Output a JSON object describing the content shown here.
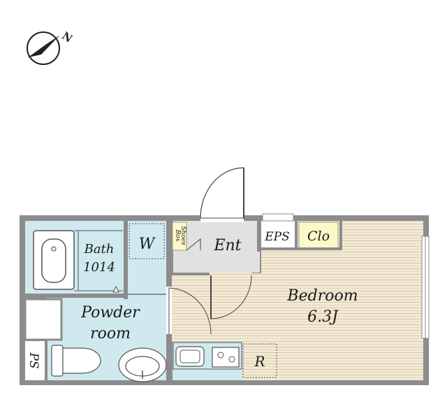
{
  "compass": {
    "north_label": "N"
  },
  "rooms": {
    "bath": {
      "line1": "Bath",
      "line2": "1014"
    },
    "washer": {
      "label": "W"
    },
    "shoes_box": {
      "line1": "Shoes",
      "line2": "Box"
    },
    "entrance": {
      "label": "Ent"
    },
    "eps": {
      "label": "EPS"
    },
    "closet": {
      "label": "Clo"
    },
    "bedroom": {
      "line1": "Bedroom",
      "line2": "6.3J"
    },
    "powder_room": {
      "line1": "Powder",
      "line2": "room"
    },
    "pipe_space": {
      "label": "PS"
    },
    "refrigerator": {
      "label": "R"
    }
  },
  "colors": {
    "wall": "#8c8c8c",
    "wet_area": "#cfe9ef",
    "bedroom_floor": "#f3ead6",
    "bedroom_stripe": "#d9c9a6",
    "entrance_floor": "#e1e1e1",
    "closet": "#fdf8c8"
  }
}
